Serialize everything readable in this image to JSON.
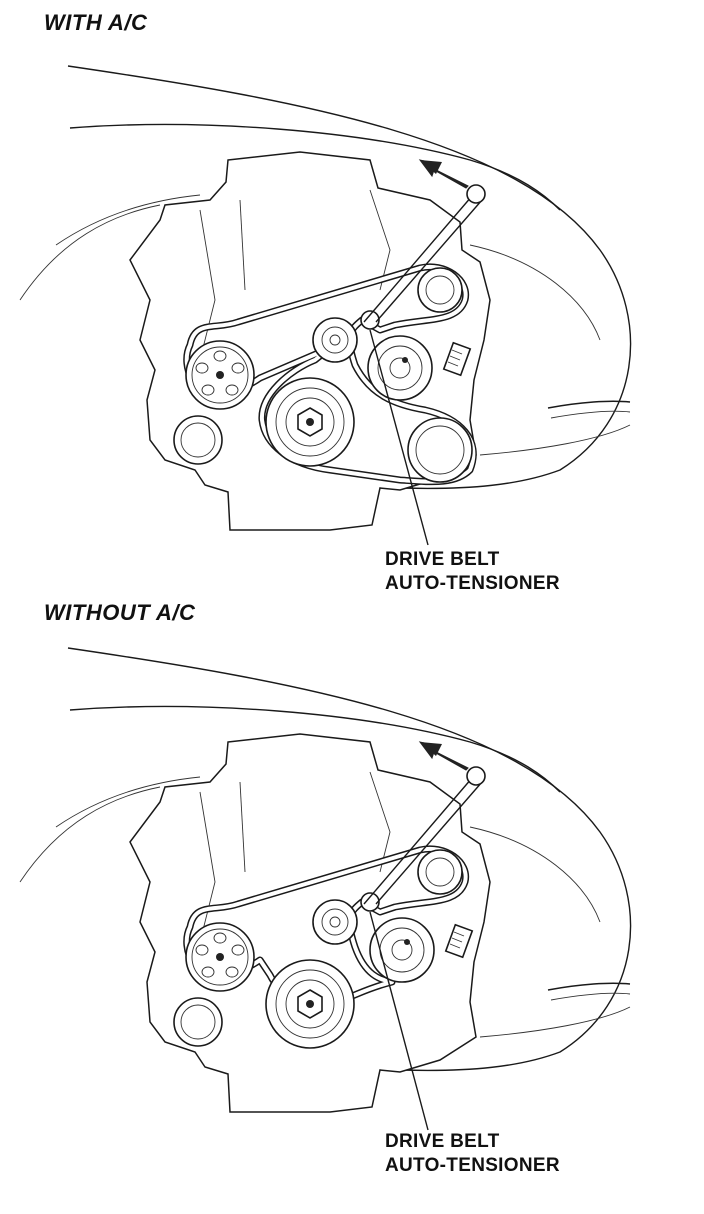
{
  "panels": [
    {
      "heading": "WITH A/C",
      "callout": {
        "line1": "DRIVE BELT",
        "line2": "AUTO-TENSIONER"
      }
    },
    {
      "heading": "WITHOUT A/C",
      "callout": {
        "line1": "DRIVE BELT",
        "line2": "AUTO-TENSIONER"
      }
    }
  ]
}
